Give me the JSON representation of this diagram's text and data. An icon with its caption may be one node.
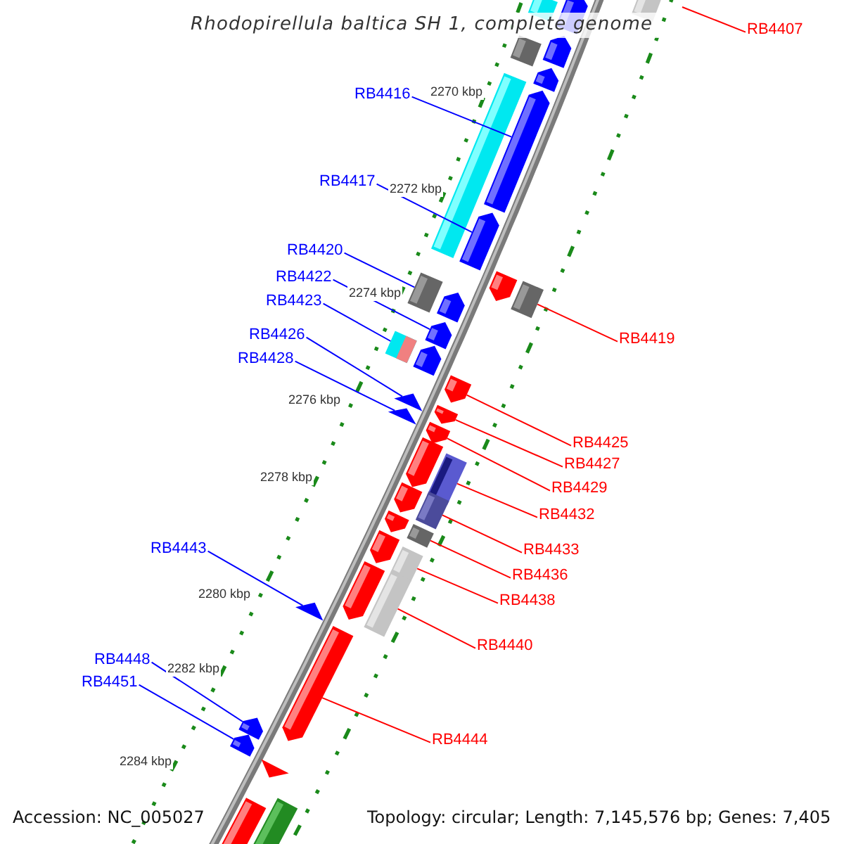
{
  "diagram": {
    "title": "Rhodopirellula baltica SH 1, complete genome",
    "nodes": [
      {
        "text": [
          "RB4407"
        ]
      },
      {
        "text": [
          "RB4416"
        ]
      },
      {
        "text": [
          "RB4417"
        ]
      },
      {
        "text": [
          "RB4420"
        ]
      },
      {
        "text": [
          "RB4422"
        ]
      },
      {
        "text": [
          "RB4423"
        ]
      },
      {
        "text": [
          "RB4419"
        ]
      },
      {
        "text": [
          "RB4426"
        ]
      },
      {
        "text": [
          "RB4428"
        ]
      },
      {
        "text": [
          "RB4425"
        ]
      },
      {
        "text": [
          "RB4427"
        ]
      },
      {
        "text": [
          "RB4429"
        ]
      },
      {
        "text": [
          "RB4432"
        ]
      },
      {
        "text": [
          "RB4433"
        ]
      },
      {
        "text": [
          "RB4436"
        ]
      },
      {
        "text": [
          "RB4438"
        ]
      },
      {
        "text": [
          "RB4440"
        ]
      },
      {
        "text": [
          "RB4443"
        ]
      },
      {
        "text": [
          "RB4448"
        ]
      },
      {
        "text": [
          "RB4451"
        ]
      },
      {
        "text": [
          "RB4444"
        ]
      },
      {
        "text": [],
        "shape": "box"
      },
      {
        "text": [],
        "shape": "box"
      },
      {
        "text": [],
        "shape": "arrow"
      },
      {
        "text": [],
        "shape": "box"
      },
      {
        "text": [],
        "shape": "arrow"
      },
      {
        "text": [],
        "shape": "arrow"
      },
      {
        "text": [],
        "shape": "arrow"
      },
      {
        "text": [],
        "shape": "box"
      },
      {
        "text": [],
        "shape": "arrow"
      },
      {
        "text": [],
        "shape": "arrow"
      },
      {
        "text": [],
        "shape": "box"
      },
      {
        "text": [],
        "shape": "box"
      },
      {
        "text": [],
        "shape": "arrow"
      },
      {
        "text": [],
        "shape": "arrow"
      },
      {
        "text": [],
        "shape": "box"
      },
      {
        "text": [],
        "shape": "arrow"
      },
      {
        "text": [],
        "shape": "arrow"
      },
      {
        "text": [],
        "shape": "triangle"
      },
      {
        "text": [],
        "shape": "triangle"
      },
      {
        "text": [],
        "shape": "arrow"
      },
      {
        "text": [],
        "shape": "arrow"
      },
      {
        "text": [],
        "shape": "arrow"
      },
      {
        "text": [],
        "shape": "box"
      },
      {
        "text": [],
        "shape": "arrow"
      },
      {
        "text": [],
        "shape": "box"
      },
      {
        "text": [],
        "shape": "arrow"
      },
      {
        "text": [],
        "shape": "box"
      },
      {
        "text": [],
        "shape": "arrow"
      },
      {
        "text": [],
        "shape": "box"
      },
      {
        "text": [],
        "shape": "arrow"
      },
      {
        "text": [],
        "shape": "box"
      },
      {
        "text": [],
        "shape": "triangle"
      },
      {
        "text": [],
        "shape": "arrow"
      },
      {
        "text": [],
        "shape": "arrow"
      },
      {
        "text": [],
        "shape": "arrow"
      },
      {
        "text": [],
        "shape": "arrow"
      },
      {
        "text": [],
        "shape": "arrow"
      },
      {
        "text": [],
        "shape": "box"
      }
    ],
    "edges": [
      {
        "from": 0,
        "to": null,
        "arrow": "none"
      },
      {
        "from": 1,
        "to": 27,
        "arrow": "none",
        "color": "#0000ff"
      },
      {
        "from": 2,
        "to": 29,
        "arrow": "none",
        "color": "#0000ff"
      },
      {
        "from": 3,
        "to": 31,
        "arrow": "none",
        "color": "#0000ff"
      },
      {
        "from": 4,
        "to": 34,
        "arrow": "none",
        "color": "#0000ff"
      },
      {
        "from": 5,
        "to": 35,
        "arrow": "none",
        "color": "#0000ff"
      },
      {
        "from": 6,
        "to": 32,
        "arrow": "none"
      },
      {
        "from": 7,
        "to": 38,
        "arrow": "none",
        "color": "#0000ff"
      },
      {
        "from": 8,
        "to": 39,
        "arrow": "none",
        "color": "#0000ff"
      },
      {
        "from": 9,
        "to": 37,
        "arrow": "none"
      },
      {
        "from": 10,
        "to": 40,
        "arrow": "none"
      },
      {
        "from": 11,
        "to": 41,
        "arrow": "none"
      },
      {
        "from": 12,
        "to": 43,
        "arrow": "none"
      },
      {
        "from": 13,
        "to": 45,
        "arrow": "none"
      },
      {
        "from": 14,
        "to": 47,
        "arrow": "none"
      },
      {
        "from": 15,
        "to": 49,
        "arrow": "none"
      },
      {
        "from": 16,
        "to": 51,
        "arrow": "none"
      },
      {
        "from": 17,
        "to": 52,
        "arrow": "none",
        "color": "#0000ff"
      },
      {
        "from": 18,
        "to": 54,
        "arrow": "none",
        "color": "#0000ff"
      },
      {
        "from": 19,
        "to": 55,
        "arrow": "none",
        "color": "#0000ff"
      },
      {
        "from": 20,
        "to": 53,
        "arrow": "none"
      }
    ],
    "labels": [
      "2270 kbp",
      "2272 kbp",
      "2274 kbp",
      "2276 kbp",
      "2278 kbp",
      "2280 kbp",
      "2282 kbp",
      "2284 kbp",
      "Accession: NC_005027",
      "Topology: circular; Length: 7,145,576 bp; Genes: 7,405"
    ]
  }
}
